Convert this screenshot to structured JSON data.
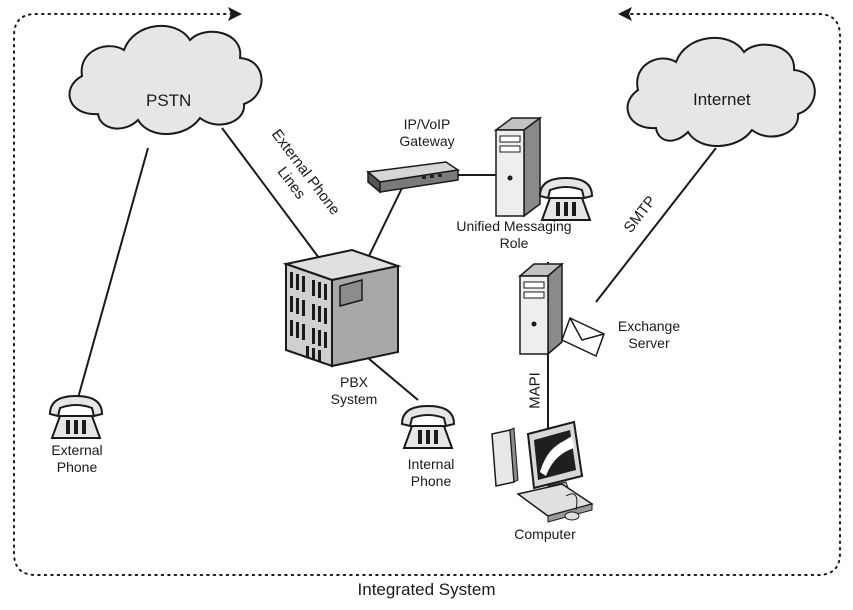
{
  "diagram": {
    "caption": "Integrated System",
    "clouds": {
      "pstn": "PSTN",
      "internet": "Internet"
    },
    "devices": {
      "gateway": [
        "IP/VoIP",
        "Gateway"
      ],
      "um_role": [
        "Unified Messaging",
        "Role"
      ],
      "exchange": [
        "Exchange",
        "Server"
      ],
      "pbx": [
        "PBX",
        "System"
      ],
      "internal_phone": [
        "Internal",
        "Phone"
      ],
      "external_phone": [
        "External",
        "Phone"
      ],
      "computer": "Computer"
    },
    "links": {
      "external_lines": [
        "External Phone",
        "Lines"
      ],
      "smtp": "SMTP",
      "mapi": "MAPI"
    },
    "colors": {
      "line": "#1a1a1a",
      "fill_light": "#e6e6e6",
      "fill_mid": "#bdbdbd",
      "fill_dark": "#6e6e6e"
    }
  }
}
